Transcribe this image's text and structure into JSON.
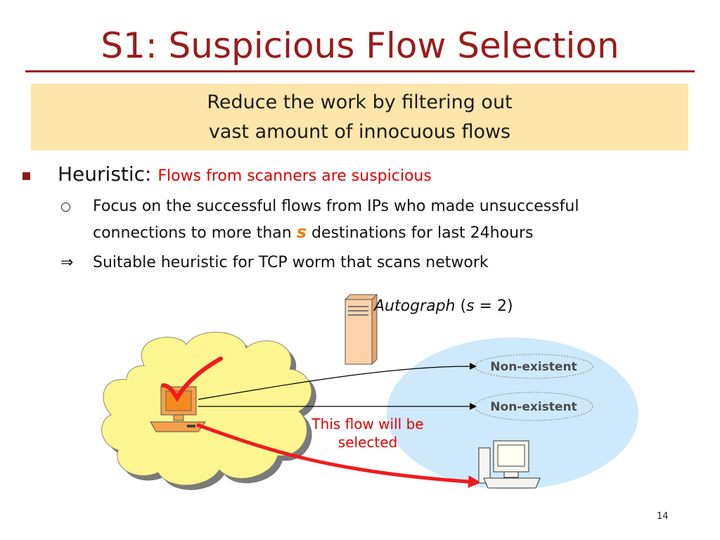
{
  "title": "S1: Suspicious Flow Selection",
  "banner": {
    "line1": "Reduce the work by filtering out",
    "line2": "vast amount of innocuous flows"
  },
  "bullets": {
    "heuristic_label": "Heuristic:",
    "heuristic_value": "Flows from scanners are suspicious",
    "sub1_line1": "Focus on the successful flows from IPs who made unsuccessful",
    "sub1_line2_pre": "connections to more than",
    "sub1_line2_var": "s",
    "sub1_line2_post": "destinations for last 24hours",
    "sub2": "Suitable heuristic for TCP worm that scans network",
    "sub1_marker": "○",
    "sub2_marker": "⇒"
  },
  "diagram": {
    "autograph_name": "Autograph",
    "autograph_param_open": "(",
    "autograph_param_var": "s",
    "autograph_param_rest": "= 2)",
    "nonexistent_1": "Non-existent",
    "nonexistent_2": "Non-existent",
    "selected_line1": "This flow will be",
    "selected_line2": "selected",
    "colors": {
      "cloud": "#fdf590",
      "network": "#cde9fb",
      "selected_flow": "#ee1c1c",
      "checkmark": "#ee1c1c",
      "server": "#fbd2aa",
      "scanner_pc": "#f5a04a"
    },
    "icons": [
      "server-icon",
      "scanner-computer-icon",
      "target-computer-icon",
      "checkmark-icon"
    ]
  },
  "page_number": "14"
}
